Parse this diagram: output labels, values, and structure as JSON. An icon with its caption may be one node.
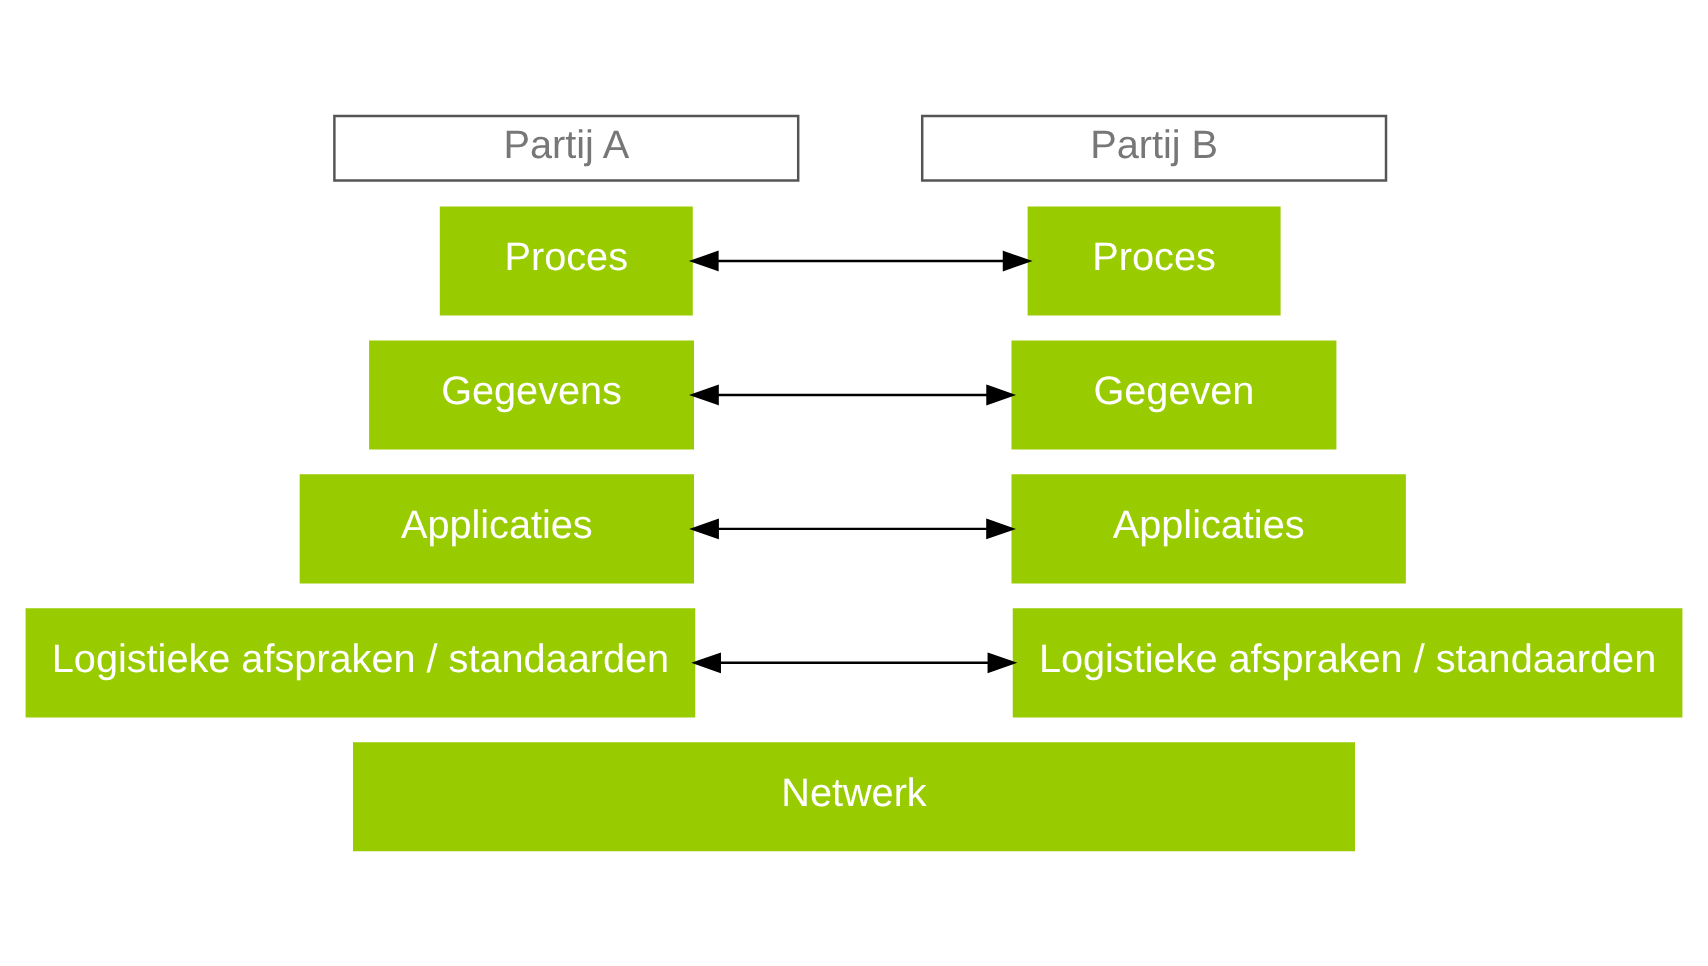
{
  "diagram": {
    "nodes": [
      {
        "text": [
          "Partij A"
        ]
      },
      {
        "text": [
          "Partij B"
        ]
      },
      {
        "text": [
          "Proces"
        ]
      },
      {
        "text": [
          "Proces"
        ]
      },
      {
        "text": [
          "Gegevens"
        ]
      },
      {
        "text": [
          "Gegeven"
        ]
      },
      {
        "text": [
          "Applicaties"
        ]
      },
      {
        "text": [
          "Applicaties"
        ]
      },
      {
        "text": [
          "Logistieke afspraken / standaarden"
        ]
      },
      {
        "text": [
          "Logistieke afspraken / standaarden"
        ]
      },
      {
        "text": [
          "Netwerk"
        ]
      }
    ],
    "edges": [
      {
        "from": 2,
        "to": 3,
        "arrow": "both"
      },
      {
        "from": 4,
        "to": 5,
        "arrow": "both"
      },
      {
        "from": 6,
        "to": 7,
        "arrow": "both"
      },
      {
        "from": 8,
        "to": 9,
        "arrow": "both"
      }
    ]
  }
}
